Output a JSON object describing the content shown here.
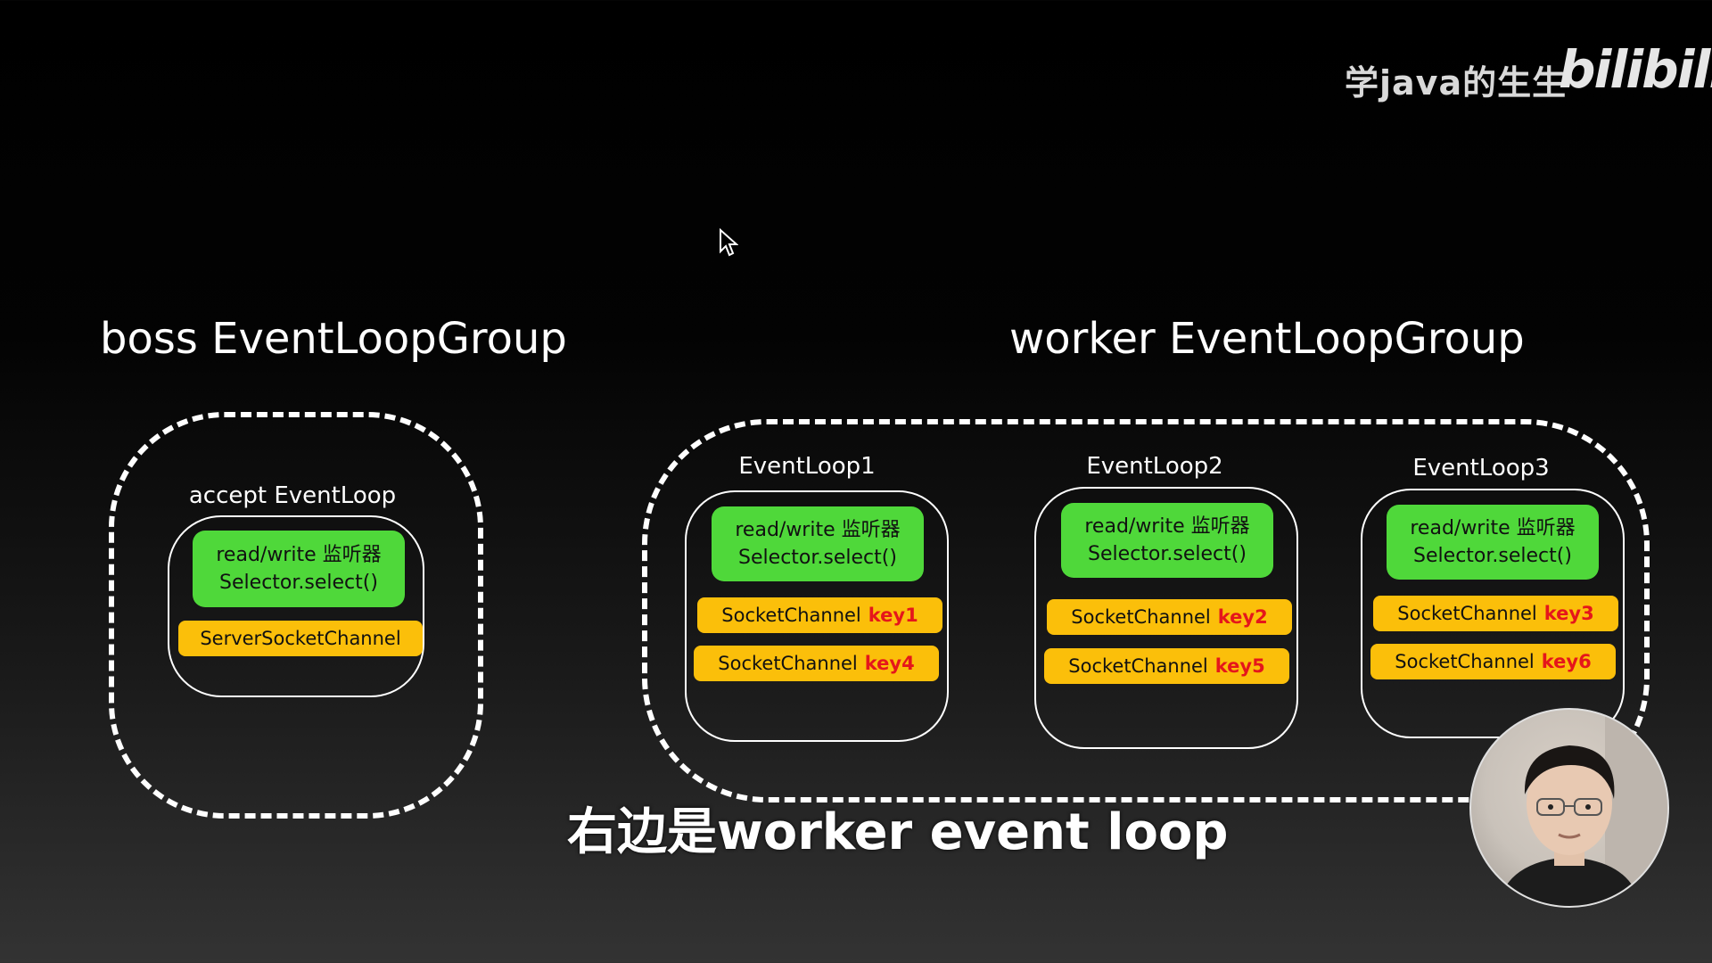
{
  "watermark": {
    "channel": "学java的生生",
    "brand": "bilibili"
  },
  "boss": {
    "title": "boss EventLoopGroup",
    "loop_label": "accept EventLoop",
    "selector_line1": "read/write 监听器",
    "selector_line2": "Selector.select()",
    "channel": "ServerSocketChannel"
  },
  "worker": {
    "title": "worker EventLoopGroup",
    "loops": [
      {
        "label": "EventLoop1",
        "selector_line1": "read/write 监听器",
        "selector_line2": "Selector.select()",
        "channels": [
          {
            "name": "SocketChannel",
            "key": "key1"
          },
          {
            "name": "SocketChannel",
            "key": "key4"
          }
        ]
      },
      {
        "label": "EventLoop2",
        "selector_line1": "read/write 监听器",
        "selector_line2": "Selector.select()",
        "channels": [
          {
            "name": "SocketChannel",
            "key": "key2"
          },
          {
            "name": "SocketChannel",
            "key": "key5"
          }
        ]
      },
      {
        "label": "EventLoop3",
        "selector_line1": "read/write 监听器",
        "selector_line2": "Selector.select()",
        "channels": [
          {
            "name": "SocketChannel",
            "key": "key3"
          },
          {
            "name": "SocketChannel",
            "key": "key6"
          }
        ]
      }
    ]
  },
  "subtitle": "右边是worker event loop",
  "colors": {
    "selector_green": "#4fd83a",
    "channel_orange": "#fbbf0a",
    "key_red": "#e5161b"
  }
}
